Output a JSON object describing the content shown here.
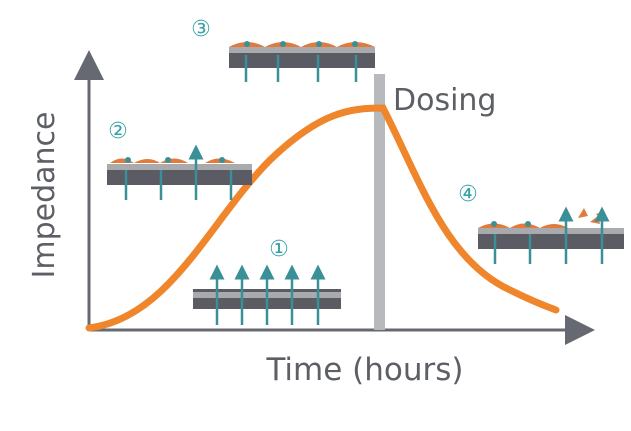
{
  "chart_data": {
    "type": "line",
    "title": "",
    "xlabel": "Time (hours)",
    "ylabel": "Impedance",
    "annotations": [
      {
        "id": "dosing",
        "text": "Dosing"
      }
    ],
    "stages": [
      {
        "marker": "①",
        "description_shown_as": "electrode without cells"
      },
      {
        "marker": "②",
        "description_shown_as": "cells beginning to attach"
      },
      {
        "marker": "③",
        "description_shown_as": "confluent cell layer"
      },
      {
        "marker": "④",
        "description_shown_as": "cells detaching after dosing"
      }
    ],
    "series": [
      {
        "values_shape": "sigmoid rise to plateau, then decay after dosing"
      }
    ],
    "colors": {
      "curve": "#f0862b",
      "axis": "#666872",
      "dosing_bar": "#b7b9bc",
      "electrode_dark": "#5b5c63",
      "electrode_light": "#a8aaad",
      "arrow": "#3b8f97",
      "cell": "#e07b3c",
      "marker": "#3aa2a8"
    }
  }
}
